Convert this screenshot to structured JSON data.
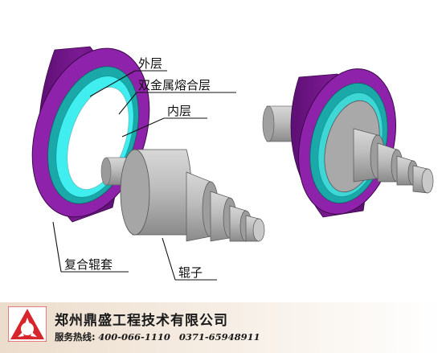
{
  "labels": {
    "outer_layer": "外层",
    "bimetal_layer": "双金属熔合层",
    "inner_layer": "内层",
    "composite_sleeve": "复合辊套",
    "roll_shaft": "辊子"
  },
  "footer": {
    "company_name": "郑州鼎盛工程技术有限公司",
    "hotline_label": "服务热线:",
    "phone_1": "400-066-1110",
    "phone_2": "0371-65948911"
  },
  "colors": {
    "outer_layer": "#8a1fa3",
    "fusion_layer": "#1aa7a7",
    "inner_layer": "#3ef0f0",
    "steel": "#b5b5b5",
    "logo_red": "#d6262b"
  },
  "icons": {
    "logo": "dingsheng-logo-icon"
  }
}
